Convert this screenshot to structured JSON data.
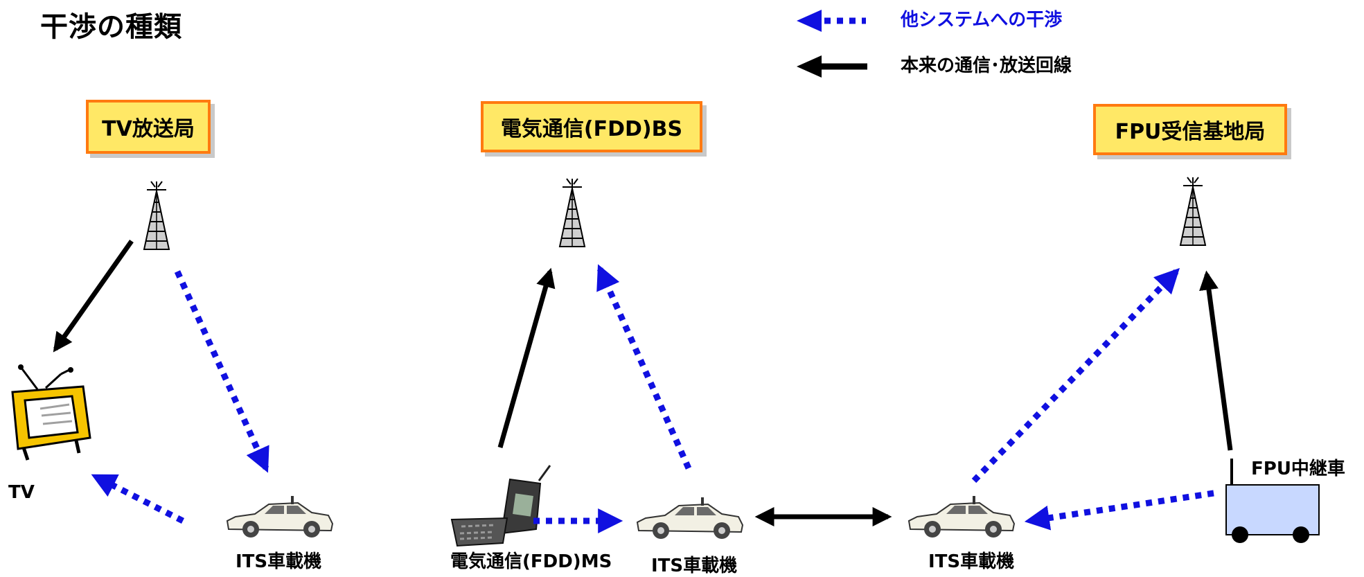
{
  "title": "干渉の種類",
  "legend": {
    "interference": "他システムへの干渉",
    "original": "本来の通信･放送回線"
  },
  "stations": {
    "tv": "TV放送局",
    "bs": "電気通信(FDD)BS",
    "fpu": "FPU受信基地局"
  },
  "labels": {
    "tv": "TV",
    "its_1": "ITS車載機",
    "ms": "電気通信(FDD)MS",
    "its_2": "ITS車載機",
    "its_3": "ITS車載機",
    "fpu_car": "FPU中継車"
  },
  "colors": {
    "interference": "#1010e0",
    "original": "#000000",
    "station_fill": "#ffe866",
    "station_border": "#ff7a10",
    "fpu_vehicle": "#c8d8ff"
  },
  "icons": [
    "antenna-tower-icon",
    "tv-icon",
    "car-icon",
    "mobile-phone-icon",
    "fpu-vehicle-icon"
  ]
}
